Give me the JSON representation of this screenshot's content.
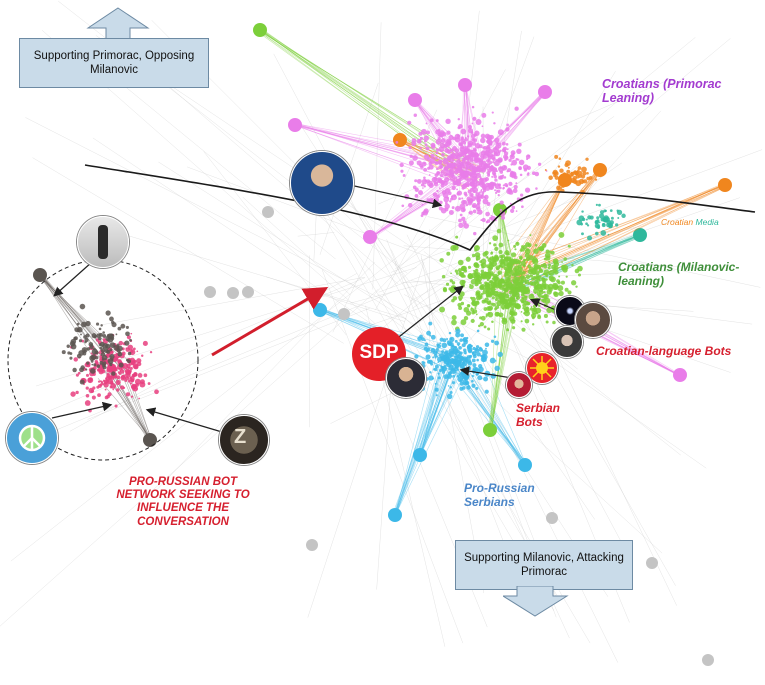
{
  "boxes": {
    "top_left": "Supporting Primorac, Opposing Milanovic",
    "bottom": "Supporting Milanovic, Attacking Primorac"
  },
  "labels": {
    "croatians_primorac": "Croatians (Primorac Leaning)",
    "croatian": "Croatian",
    "media": "Media",
    "croatians_milanovic": "Croatians (Milanovic-leaning)",
    "croatian_bots": "Croatian-language Bots",
    "serbian_bots": "Serbian Bots",
    "pro_russian_serbians": "Pro-Russian Serbians",
    "pro_russian_network": "PRO-RUSSIAN BOT NETWORK SEEKING TO INFLUENCE THE CONVERSATION",
    "sdp_logo": "SDP"
  },
  "colors": {
    "pink": "#e97de9",
    "green": "#7ccf3a",
    "cyan": "#3cb8e8",
    "orange": "#f0861e",
    "teal": "#2fb89c",
    "hotpink": "#e8407f",
    "darkgray": "#5a5550",
    "red_text": "#d6202f",
    "purple_text": "#a33bd0",
    "green_text": "#3f8f3a",
    "blue_text": "#4a86c8",
    "red_arrow": "#d21e2c",
    "box_fill": "#c9dbe9"
  }
}
